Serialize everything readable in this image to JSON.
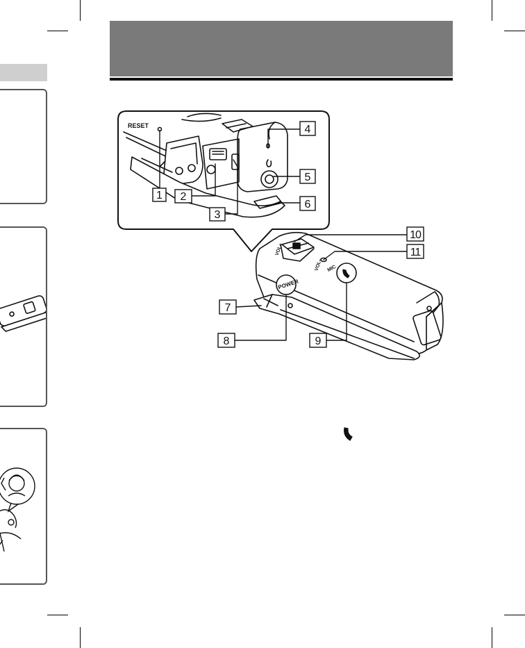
{
  "device_labels": {
    "reset": "RESET",
    "power": "POWER",
    "mic": "MIC",
    "vol_plus": "VOL+",
    "vol_minus": "VOL–"
  },
  "callouts": [
    "1",
    "2",
    "3",
    "4",
    "5",
    "6",
    "7",
    "8",
    "9",
    "10",
    "11"
  ],
  "colors": {
    "header_band": "#7a7a7a",
    "tab": "#cfcfcf",
    "line": "#111111"
  },
  "icons": {
    "phone": "handset-icon"
  }
}
